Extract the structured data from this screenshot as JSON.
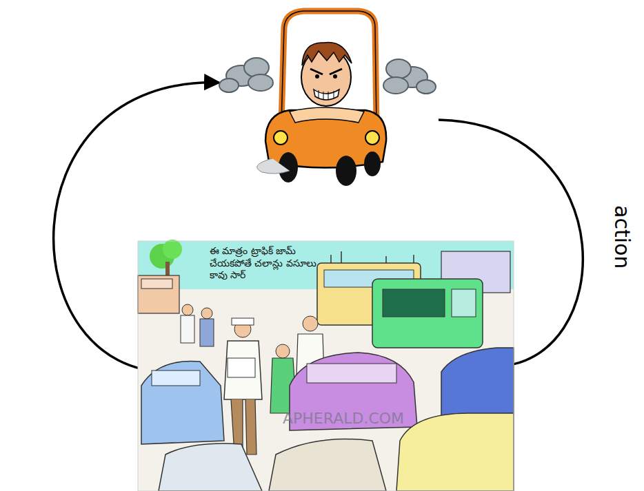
{
  "diagram": {
    "labels": [
      "action",
      "ఈ మాత్రం ట్రాఫిక్ జామ్ చేయకపోతే చలాన్లు వసూలు కావు సార్",
      "APHERALD.COM"
    ]
  }
}
